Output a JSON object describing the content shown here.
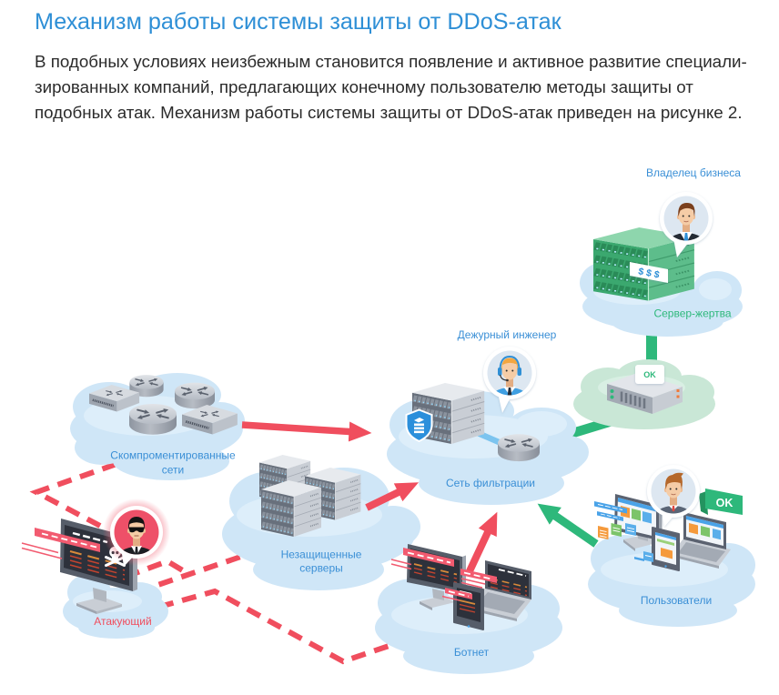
{
  "article": {
    "title": "Механизм работы системы защиты от DDoS-атак",
    "paragraph_lines": [
      "В подобных условиях неизбежным становится появление и активное развитие специали-",
      "зированных компаний, предлагающих конечному пользователю методы защиты от",
      "подобных атак. Механизм работы системы защиты от DDoS-атак приведен на рисунке 2."
    ]
  },
  "diagram": {
    "nodes": {
      "business_owner": {
        "label": "Владелец бизнеса",
        "icon": "businessman-avatar-icon"
      },
      "victim_server": {
        "label": "Сервер-жертва",
        "badge": "$ $ $",
        "icon": "server-stack-icon"
      },
      "duty_engineer": {
        "label": "Дежурный инженер",
        "icon": "support-engineer-avatar-icon"
      },
      "filtering_network": {
        "label": "Сеть фильтрации",
        "icons": [
          "server-rack-icon",
          "shield-icon",
          "router-icon"
        ]
      },
      "clean_server": {
        "badge": "OK",
        "icon": "server-icon"
      },
      "compromised_networks": {
        "label_lines": [
          "Скомпроментированные",
          "сети"
        ],
        "icons": [
          "router-icon",
          "switch-icon"
        ]
      },
      "unprotected_servers": {
        "label_lines": [
          "Незащищенные",
          "серверы"
        ],
        "icon": "server-rack-icon"
      },
      "attacker": {
        "label": "Атакующий",
        "icons": [
          "hacker-avatar-icon",
          "monitor-icon",
          "skull-icon"
        ]
      },
      "botnet": {
        "label": "Ботнет",
        "icons": [
          "monitor-icon",
          "tablet-icon",
          "laptop-icon"
        ]
      },
      "users": {
        "label": "Пользователи",
        "badge": "OK",
        "icons": [
          "user-avatar-icon",
          "monitor-icon",
          "tablet-icon",
          "laptop-icon"
        ]
      }
    },
    "connections": [
      {
        "from": "attacker",
        "to": "compromised_networks",
        "line": "dashed",
        "color": "red"
      },
      {
        "from": "attacker",
        "to": "unprotected_servers",
        "line": "dashed",
        "color": "red"
      },
      {
        "from": "attacker",
        "to": "botnet",
        "line": "dashed",
        "color": "red"
      },
      {
        "from": "compromised_networks",
        "to": "filtering_network",
        "line": "arrow",
        "color": "red"
      },
      {
        "from": "unprotected_servers",
        "to": "filtering_network",
        "line": "arrow",
        "color": "red"
      },
      {
        "from": "botnet",
        "to": "filtering_network",
        "line": "arrow",
        "color": "red"
      },
      {
        "from": "users",
        "to": "filtering_network",
        "line": "arrow",
        "color": "green"
      },
      {
        "from": "filtering_network",
        "to": "clean_server",
        "line": "solid",
        "color": "green"
      },
      {
        "from": "clean_server",
        "to": "victim_server",
        "line": "solid",
        "color": "green"
      }
    ]
  },
  "colors": {
    "accent_blue": "#2e8fd6",
    "label_blue": "#3a8fd6",
    "body_text": "#2b2b2b",
    "attack_red": "#f04e5e",
    "clean_green": "#2eb87b",
    "cloud_blue": "#cfe6f7",
    "cloud_green": "#c9e7d6"
  }
}
